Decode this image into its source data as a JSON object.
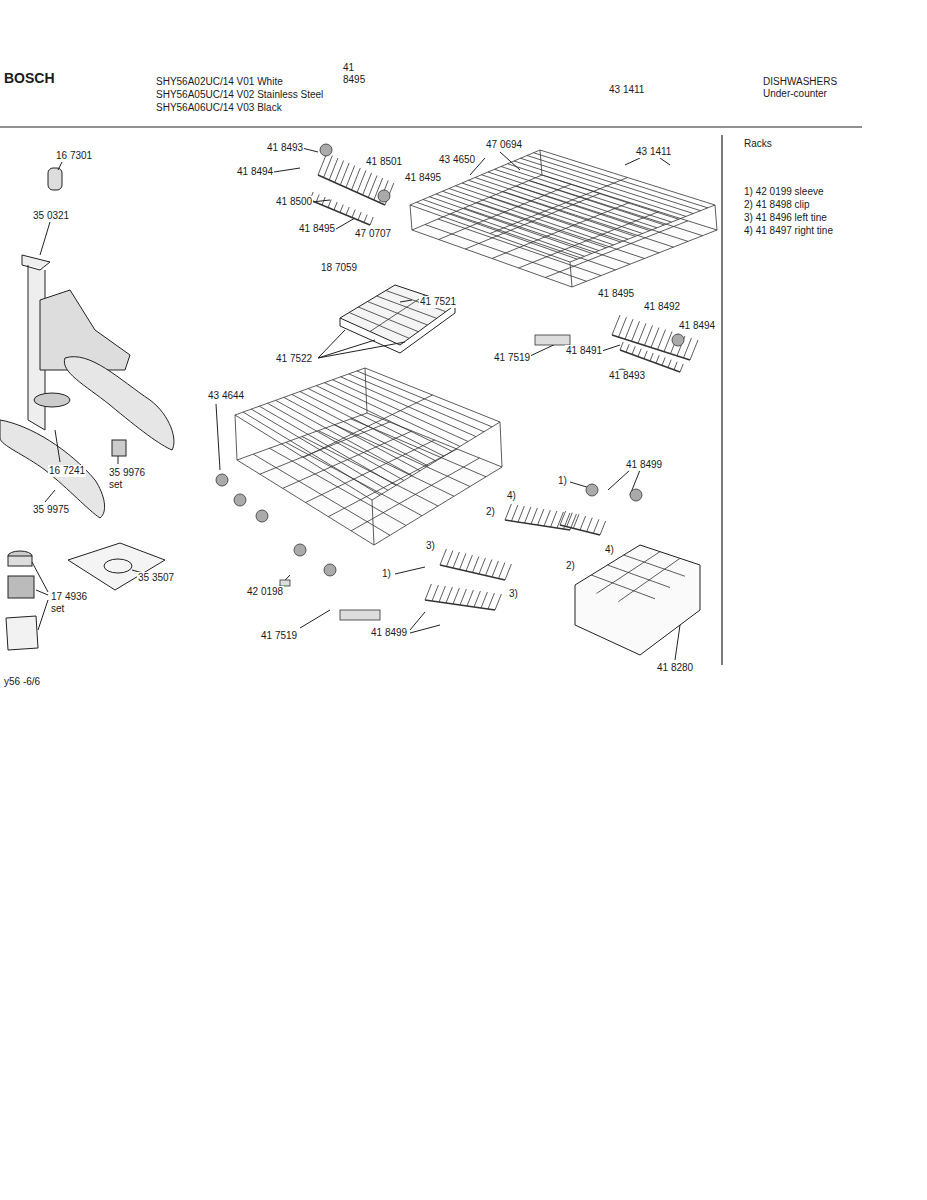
{
  "diagram": {
    "labels": [
      "BOSCH",
      "SHY56A02UC/14 V01 White",
      "SHY56A05UC/14 V02 Stainless Steel",
      "SHY56A06UC/14 V03 Black",
      "41 8495",
      "43 1411",
      "DISHWASHERS",
      "Under-counter",
      "Racks",
      "1) 42 0199 sleeve",
      "2) 41 8498 clip",
      "3) 41 8496 left tine",
      "4) 41 8497 right tine",
      "16 7301",
      "35 0321",
      "16 7241",
      "35 9976 set",
      "35 9975",
      "35 3507",
      "17 4936 set",
      "y56 -6/6",
      "41 8493",
      "41 8494",
      "41 8501",
      "41 8495",
      "41 8500",
      "41 8495",
      "47 0707",
      "43 4650",
      "47 0694",
      "43 1411",
      "18 7059",
      "41 7521",
      "41 8495",
      "41 8492",
      "41 8494",
      "41 7519",
      "41 8491",
      "41 8493",
      "41 7522",
      "43 4644",
      "41 8499",
      "1)",
      "4)",
      "2)",
      "4)",
      "3)",
      "2)",
      "1)",
      "3)",
      "42 0198",
      "41 7519",
      "41 8499",
      "41 8280"
    ]
  }
}
